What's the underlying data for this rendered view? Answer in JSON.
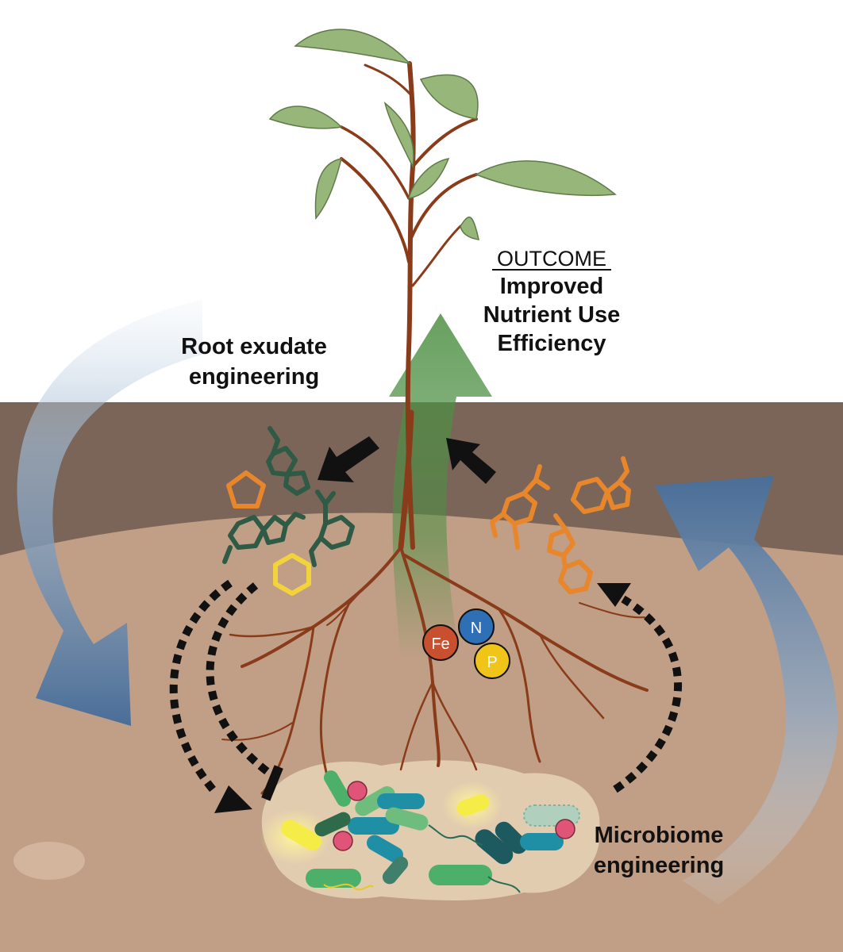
{
  "labels": {
    "root_exudate_line1": "Root exudate",
    "root_exudate_line2": "engineering",
    "outcome_heading": "OUTCOME",
    "outcome_line1": "Improved",
    "outcome_line2": "Nutrient Use",
    "outcome_line3": "Efficiency",
    "microbiome_line1": "Microbiome",
    "microbiome_line2": "engineering"
  },
  "nutrients": [
    {
      "symbol": "Fe",
      "color": "#c8502e"
    },
    {
      "symbol": "N",
      "color": "#2f6fb5"
    },
    {
      "symbol": "P",
      "color": "#f0c419"
    }
  ],
  "colors": {
    "background": "#ffffff",
    "topsoil": "#7a6558",
    "subsoil": "#c09f86",
    "root": "#8a3b1a",
    "leaf": "#97b679",
    "outcome_arrow": "#3f8a3e",
    "cycle_arrow": "#4f739c",
    "exudate_dark": "#2f5a45",
    "exudate_orange": "#e8862b",
    "exudate_yellow": "#f2d33b"
  },
  "icons": [
    "plant",
    "outcome-arrow",
    "cycle-arrow-left",
    "cycle-arrow-right",
    "molecule",
    "bacteria",
    "dashed-arrow",
    "black-arrow"
  ]
}
